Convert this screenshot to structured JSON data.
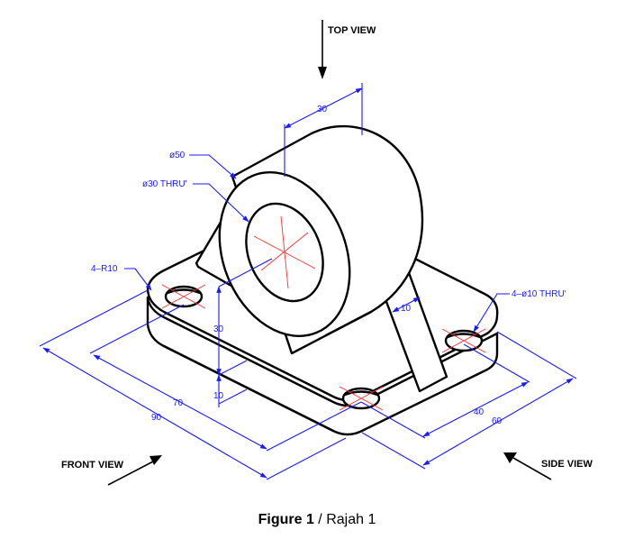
{
  "view_labels": {
    "top": "TOP VIEW",
    "front": "FRONT VIEW",
    "side": "SIDE VIEW"
  },
  "dimensions": {
    "dia_50": "ø50",
    "dia_30_thru": "ø30 THRU'",
    "radius_4_r10": "4–R10",
    "holes_4_dia10": "4–ø10 THRU'",
    "width_30": "30",
    "height_30": "30",
    "thickness_10": "10",
    "rib_10": "10",
    "length_70": "70",
    "length_90": "90",
    "depth_40": "40",
    "depth_60": "60"
  },
  "caption": {
    "figure_label": "Figure 1",
    "separator": " / ",
    "malay_label": "Rajah 1"
  }
}
